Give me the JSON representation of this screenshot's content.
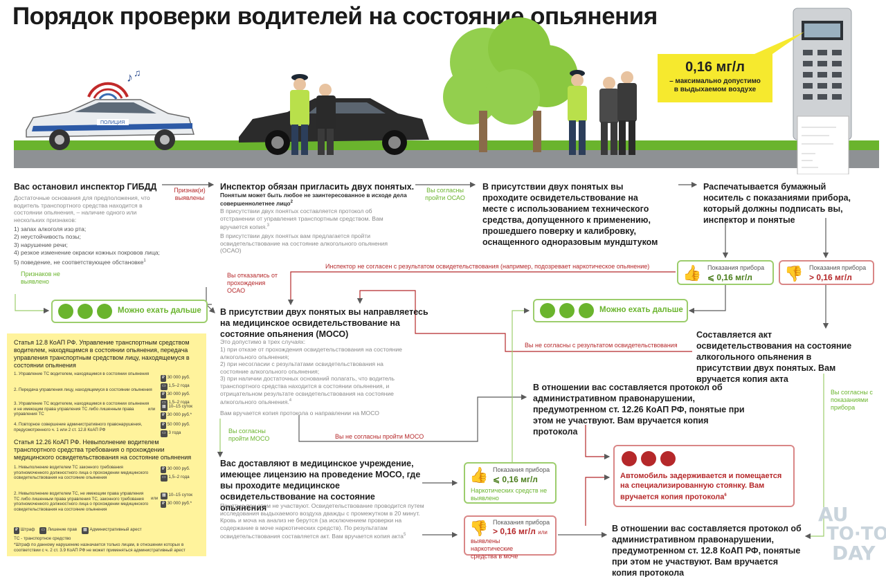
{
  "title": "Порядок проверки водителей на состояние опьянения",
  "illustration": {
    "police_car_label": "ПОЛИЦИЯ",
    "breathalyzer_value": "0,16 мг/л",
    "breathalyzer_caption": "– максимально допустимо в выдыхаемом воздухе"
  },
  "step1": {
    "heading": "Вас остановил инспектор ГИБДД",
    "body": "Достаточные основания для предположения, что водитель транспортного средства находится в состоянии опьянения, – наличие одного или нескольких признаков:",
    "signs": [
      "1) запах алкоголя изо рта;",
      "2) неустойчивость позы;",
      "3) нарушение речи;",
      "4) резкое изменение окраски кожных покровов лица;",
      "5) поведение, не соответствующее обстановке"
    ],
    "signs_footnote": "1",
    "no_signs_label": "Признаков не выявлено",
    "signs_found_label": "Признак(и) выявлены"
  },
  "step2": {
    "heading": "Инспектор обязан пригласить двух понятых.",
    "subheading": "Понятым может быть любое не заинтересованное в исходе дела совершеннолетнее лицо",
    "subheading_footnote": "2",
    "body1": "В присутствии двух понятых составляется протокол об отстранении от управления транспортным средством. Вам вручается копия.",
    "body1_footnote": "3",
    "body2": "В присутствии двух понятых вам предлагается пройти освидетельствование на состояние алкогольного опьянения (ОСАО)",
    "agree_label": "Вы согласны пройти ОСАО",
    "refuse_label": "Вы отказались от прохождения ОСАО"
  },
  "step3": {
    "heading": "В присутствии двух понятых вы проходите освидетельствование на месте с использованием технического средства, допущенного к применению, прошедшего поверку и калибровку, оснащенного одноразовым мундштуком"
  },
  "step4": {
    "heading": "Распечатывается бумажный носитель с показаниями прибора, который должны подписать вы, инспектор и понятые"
  },
  "readings": {
    "ok_label": "Показания прибора",
    "ok_value": "⩽ 0,16 мг/л",
    "bad_label": "Показания прибора",
    "bad_value": "> 0,16 мг/л",
    "disagree_label": "Инспектор не согласен с результатом освидетельствования (например, подозревает наркотическое опьянение)"
  },
  "go_on": {
    "label1": "Можно ехать дальше",
    "label2": "Можно ехать дальше"
  },
  "moso": {
    "heading": "В присутствии двух понятых вы направляетесь на медицинское освидетельствование на состояние опьянения (МОСО)",
    "intro": "Это допустимо в трех случаях:",
    "cases": [
      "1) при отказе от прохождения освидетельствования на состояние алкогольного опьянения;",
      "2) при несогласии с результатами освидетельствования на состояние алкогольного опьянения;",
      "3) при наличии достаточных оснований полагать, что водитель транспортного средства находится в состоянии опьянения, и отрицательном результате освидетельствования на состояние алкогольного опьянения."
    ],
    "cases_footnote": "4",
    "copy": "Вам вручается копия протокола о направлении на МОСО",
    "agree_label": "Вы согласны пройти МОСО",
    "refuse_label": "Вы не согласны пройти МОСО",
    "disagree_result_label": "Вы не согласны с результатом освидетельствования"
  },
  "act": {
    "heading": "Составляется акт освидетельствования на состояние алкогольного опьянения в присутствии двух понятых. Вам вручается копия акта",
    "agree_label": "Вы согласны с показаниями прибора"
  },
  "protocol_1226": {
    "heading": "В отношении вас составляется протокол об административном правонарушении, предумотренном ст. 12.26 КоАП РФ, понятые при этом не участвуют. Вам вручается копия протокола"
  },
  "detain": {
    "text": "Автомобиль задерживается и помещается на специализированную стоянку. Вам вручается копия протокола",
    "footnote": "6"
  },
  "clinic": {
    "heading": "Вас доставляют в медицинское учреждение, имеющее лицензию на проведение МОСО, где вы проходите медицинское освидетельствование на состояние опьянения",
    "body": "Понятые при этом не участвуют. Освидетельствование проводится путем исследования выдыхаемого воздуха дважды с промежутком в 20 минут. Кровь и моча на анализ не берутся (за исключением проверки на содержание в моче наркотических средств). По результатам освидетельствования составляется акт. Вам вручается копия акта",
    "body_footnote": "5",
    "ok_label": "Показания прибора",
    "ok_value": "⩽ 0,16 мг/л",
    "ok_note": "Наркотических средств не выявлено",
    "bad_label": "Показания прибора",
    "bad_value": "> 0,16 мг/л",
    "bad_or": "или",
    "bad_note": "выявлены наркотические средства в моче"
  },
  "protocol_128": {
    "heading": "В отношении вас составляется протокол об административном правонарушении, предумотренном ст. 12.8 КоАП РФ, понятые при этом не участвуют. Вам вручается копия протокола"
  },
  "legal": {
    "art128_title": "Статья 12.8 КоАП РФ. Управление транспортным средством водителем, находящимся в состоянии опьянения, передача управления транспортным средством лицу, находящемуся в состоянии опьянения",
    "art128_items": [
      {
        "text": "1. Управление ТС водителем, находящимся в состоянии опьянения",
        "fine": "30 000 руб.",
        "term": "1,5–2 года"
      },
      {
        "text": "2. Передача управления лицу, находящемуся в состоянии опьянения",
        "fine": "30 000 руб.",
        "term": "1,5–2 года"
      },
      {
        "text": "3. Управление ТС водителем, находящимся в состоянии опьянения и не имеющим права управления ТС либо лишенным права управления ТС",
        "fine": "10–15 суток",
        "term": "30 000 руб.*"
      },
      {
        "text": "4. Повторное совершение административного правонарушения, предусмотренного ч. 1 или 2 ст. 12.8 КоАП РФ",
        "fine": "50 000 руб.",
        "term": "3 года"
      }
    ],
    "art1226_title": "Статья 12.26 КоАП РФ. Невыполнение водителем транспортного средства требования о прохождении медицинского освидетельствования на состояние опьянения",
    "art1226_items": [
      {
        "text": "1. Невыполнение водителем ТС законного требования уполномоченного должностного лица о прохождении медицинского освидетельствования на состояние опьянения",
        "fine": "30 000 руб.",
        "term": "1,5–2 года"
      },
      {
        "text": "2. Невыполнение водителем ТС, не имеющим права управления ТС либо лишенным права управления ТС, законного требования уполномоченного должностного лица о прохождении медицинского освидетельствования на состояние опьянения",
        "fine": "10–15 суток",
        "term": "30 000 руб.*"
      }
    ],
    "or_label": "или",
    "legend_fine": "Штраф",
    "legend_license": "Лишение прав",
    "legend_arrest": "Административный арест",
    "legend_ts": "ТС - транспортное средство",
    "footnote": "*Штраф по данному нарушению назначается только лицам, в отношении которых в соответствии с ч. 2 ст. 3.9 КоАП РФ не может применяться административный арест"
  },
  "watermark": {
    "line1": "AU",
    "line2": "TO",
    "line3": "TO",
    "line4": "DAY"
  },
  "colors": {
    "green": "#6ab42d",
    "red": "#b5282a",
    "yellow": "#fff39c",
    "callout": "#f6e92e"
  }
}
